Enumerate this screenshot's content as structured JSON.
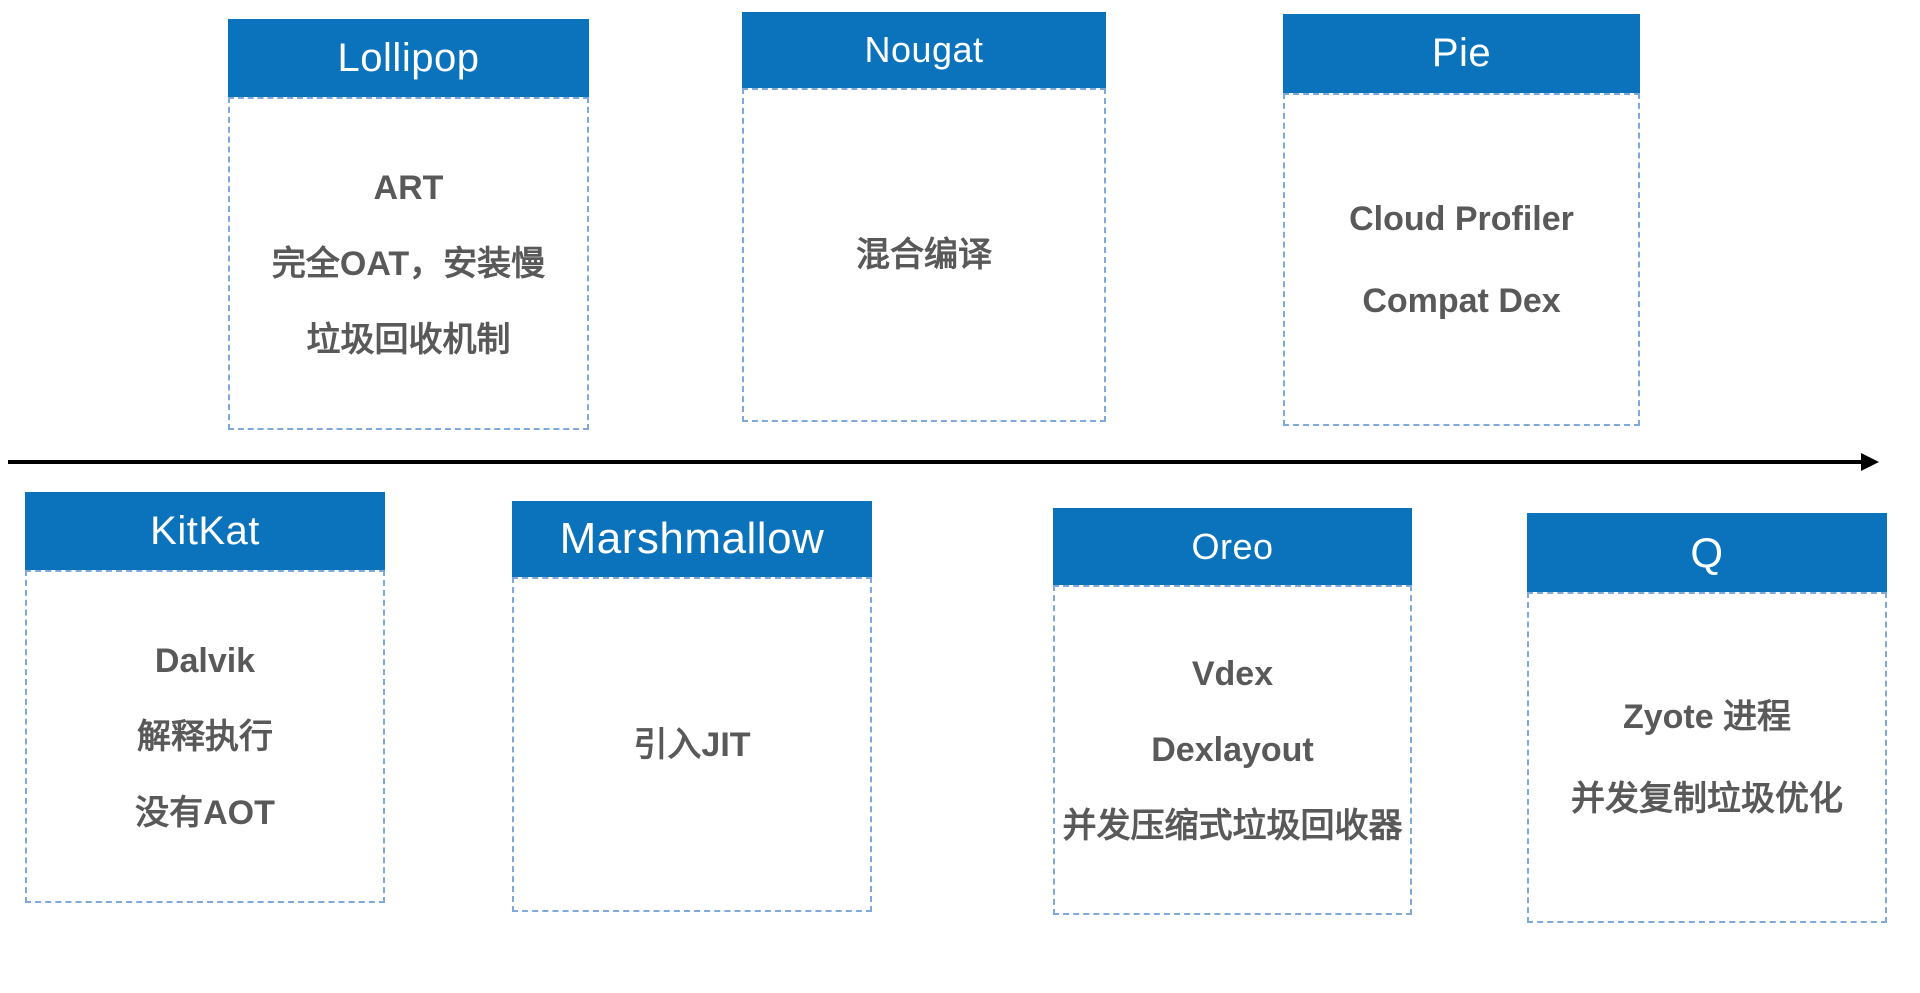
{
  "diagram": {
    "title": "Android runtime evolution timeline",
    "arrow_direction": "right",
    "colors": {
      "header_bg": "#0b72bc",
      "header_text": "#ffffff",
      "body_text": "#595959",
      "dashed_border": "#7fa9dd",
      "arrow": "#000000",
      "background": "#ffffff"
    }
  },
  "boxes": [
    {
      "id": "lollipop",
      "row": "top",
      "title": "Lollipop",
      "lines": [
        "ART",
        "完全OAT，安装慢",
        "垃圾回收机制"
      ]
    },
    {
      "id": "nougat",
      "row": "top",
      "title": "Nougat",
      "lines": [
        "混合编译"
      ]
    },
    {
      "id": "pie",
      "row": "top",
      "title": "Pie",
      "lines": [
        "Cloud Profiler",
        "Compat Dex"
      ]
    },
    {
      "id": "kitkat",
      "row": "bottom",
      "title": "KitKat",
      "lines": [
        "Dalvik",
        "解释执行",
        "没有AOT"
      ]
    },
    {
      "id": "marshmallow",
      "row": "bottom",
      "title": "Marshmallow",
      "lines": [
        "引入JIT"
      ]
    },
    {
      "id": "oreo",
      "row": "bottom",
      "title": "Oreo",
      "lines": [
        "Vdex",
        "Dexlayout",
        "并发压缩式垃圾回收器"
      ]
    },
    {
      "id": "q",
      "row": "bottom",
      "title": "Q",
      "lines": [
        "Zyote 进程",
        "并发复制垃圾优化"
      ]
    }
  ]
}
